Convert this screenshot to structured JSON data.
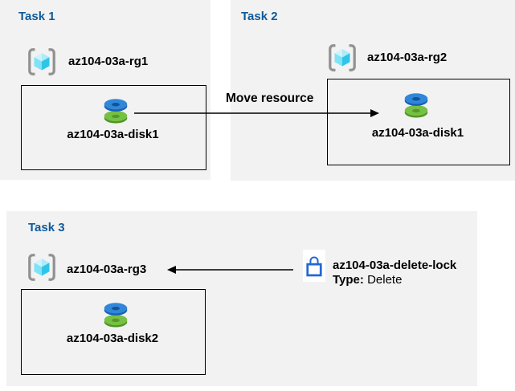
{
  "tasks": [
    {
      "title": "Task 1",
      "resource_group": "az104-03a-rg1",
      "resource": "az104-03a-disk1"
    },
    {
      "title": "Task 2",
      "resource_group": "az104-03a-rg2",
      "resource": "az104-03a-disk1"
    },
    {
      "title": "Task 3",
      "resource_group": "az104-03a-rg3",
      "resource": "az104-03a-disk2"
    }
  ],
  "move_arrow": {
    "label": "Move resource"
  },
  "lock": {
    "name": "az104-03a-delete-lock",
    "type_label": "Type:",
    "type_value": "Delete"
  },
  "icons": [
    "resource-group-icon",
    "disk-icon",
    "lock-icon",
    "arrow-right-icon",
    "arrow-left-icon"
  ],
  "colors": {
    "panel_bg": "#f2f2f2",
    "heading_blue": "#0e5a9b",
    "text_black": "#000000",
    "box_border": "#000000",
    "arrow": "#000000",
    "lock_blue": "#2368d4",
    "disk_blue_face": "#3087d8",
    "disk_blue_side": "#1a5fb4",
    "disk_green_face": "#76c043",
    "disk_green_side": "#4f9428",
    "cube_top": "#cdf3fb",
    "cube_left": "#7fe2f5",
    "cube_right": "#2fc5e8",
    "bracket_gray": "#919191"
  }
}
